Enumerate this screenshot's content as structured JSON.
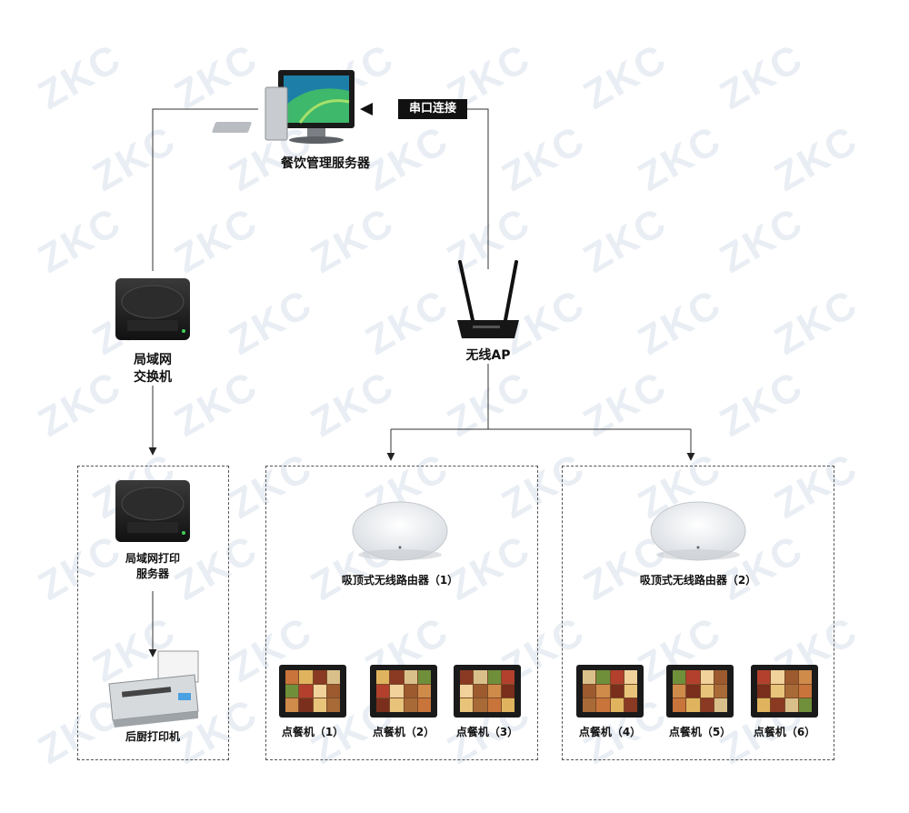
{
  "nodes": {
    "server": "餐饮管理服务器",
    "serial": "串口连接",
    "switch_line1": "局域网",
    "switch_line2": "交换机",
    "ap": "无线AP",
    "print_server_line1": "局域网打印",
    "print_server_line2": "服务器",
    "printer": "后厨打印机",
    "router1": "吸顶式无线路由器（1）",
    "router2": "吸顶式无线路由器（2）",
    "terminals": [
      "点餐机（1）",
      "点餐机（2）",
      "点餐机（3）",
      "点餐机（4）",
      "点餐机（5）",
      "点餐机（6）"
    ]
  },
  "watermark": "ZKC",
  "colors": {
    "line": "#333333",
    "dash": "#555555",
    "device": "#1e1e1e",
    "watermark": "#e9eef4"
  }
}
